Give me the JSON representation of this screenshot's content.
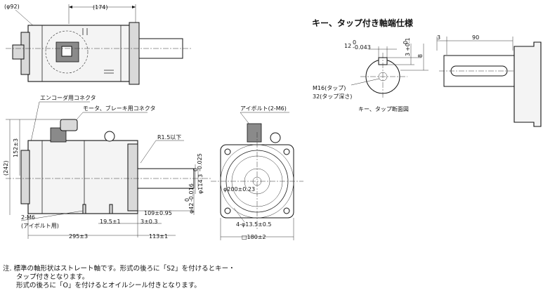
{
  "section_title": "キー、タップ付き軸端仕様",
  "top_view": {
    "dia_flange": "(φ92)",
    "length": "(174)"
  },
  "side_view": {
    "encoder_connector": "エンコーダ用コネクタ",
    "motor_brake_connector": "モータ、ブレーキ用コネクタ",
    "fillet": "R1.5以下",
    "total_height": "(242)",
    "connector_height": "152±3",
    "shaft_dia": "φ114.3",
    "shaft_dia_tol_upper": "0",
    "shaft_dia_tol_lower": "-0.025",
    "shaft_dia2": "φ42",
    "shaft_dia2_tol_upper": "0",
    "shaft_dia2_tol_lower": "-0.016",
    "dim_109": "109±0.95",
    "dim_19_5": "19.5±1",
    "dim_3": "3±0.3",
    "dim_295": "295±3",
    "dim_113": "113±1",
    "tap_label": "2-M6",
    "tap_note": "(アイボルト用)"
  },
  "front_view": {
    "eyebolt": "アイボルト(2-M6)",
    "pcd": "φ200±0.23",
    "holes": "4-φ13.5±0.5",
    "square": "□180±2"
  },
  "key_detail": {
    "key_width": "12",
    "key_width_tol_upper": "0",
    "key_width_tol_lower": "-0.043",
    "key_depth": "3",
    "key_depth_tol_upper": "+0.1",
    "key_depth_tol_lower": "0",
    "key_height": "8",
    "tap": "M16(タップ)",
    "tap_depth": "32(タップ深さ)",
    "section_caption": "キー、タップ断面図",
    "dim_3": "3",
    "dim_90": "90"
  },
  "notes": [
    "注. 標準の軸形状はストレート軸です。形式の後ろに「S2」を付けるとキー・",
    "　　タップ付きとなります。",
    "　　形式の後ろに「O」を付けるとオイルシール付きとなります。"
  ]
}
